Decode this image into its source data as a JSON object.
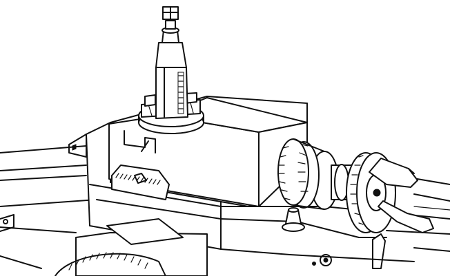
{
  "figure": {
    "background": "#ffffff",
    "ink": "#111111",
    "parts": [
      "bed-rails",
      "carriage",
      "cross-slide",
      "compound-slide",
      "tool-post",
      "tool-holder",
      "swivel-scale",
      "micrometer-collar",
      "handwheel",
      "handwheel-handle",
      "apron-handwheel",
      "lock-nut"
    ]
  }
}
